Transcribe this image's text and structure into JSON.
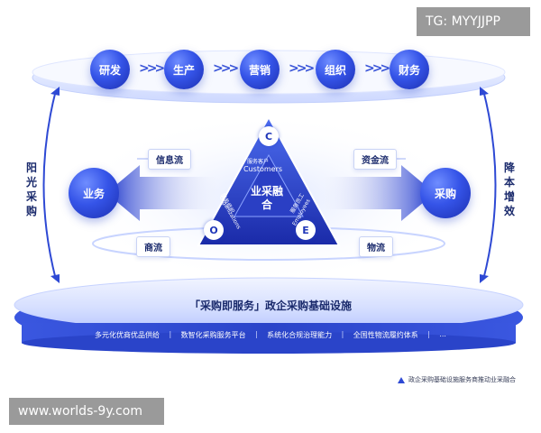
{
  "watermarks": {
    "tg": "TG: MYYJJPP",
    "url": "www.worlds-9y.com"
  },
  "top_row": {
    "nodes": [
      "研发",
      "生产",
      "营销",
      "组织",
      "财务"
    ],
    "separator": ">>>"
  },
  "side_labels": {
    "left": "阳光采购",
    "right": "降本增效"
  },
  "main_nodes": {
    "left": "业务",
    "right": "采购"
  },
  "flows": {
    "info": "信息流",
    "capital": "资金流",
    "goods": "商流",
    "logistics": "物流"
  },
  "triangle": {
    "core": "业采融合",
    "c_letter": "C",
    "o_letter": "O",
    "e_letter": "E",
    "c_cn": "服务客户",
    "c_en": "Customers",
    "o_cn": "服务组织",
    "o_en": "Organizations",
    "e_cn": "服务员工",
    "e_en": "Employees"
  },
  "infrastructure": {
    "title": "「采购即服务」政企采购基础设施",
    "items": [
      "多元化优商优品供给",
      "数智化采购服务平台",
      "系统化合规治理能力",
      "全国性物流履约体系",
      "..."
    ],
    "separator": "|"
  },
  "caption": "政企采购基础设施服务商推动业采融合",
  "colors": {
    "primary": "#2e49d4",
    "dark": "#1a2a6c",
    "light": "#e8eeff"
  }
}
